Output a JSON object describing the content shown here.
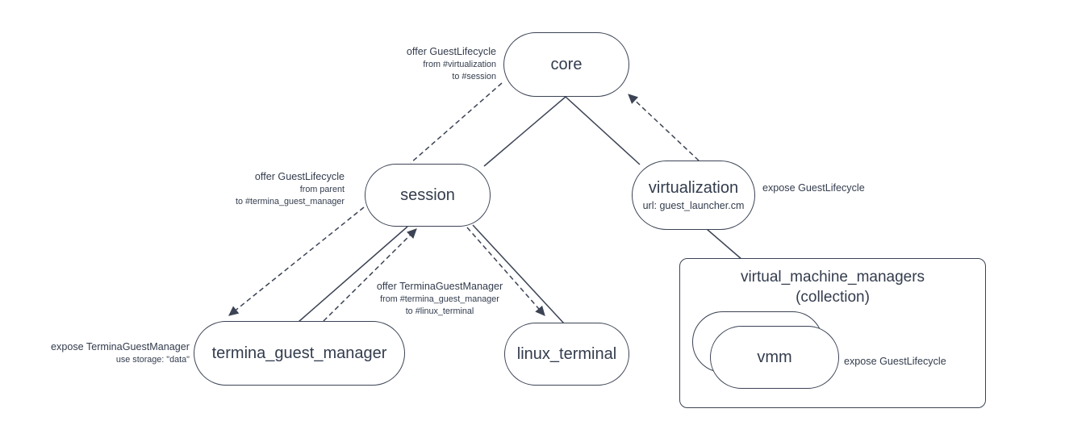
{
  "diagram": {
    "nodes": {
      "core": {
        "label": "core"
      },
      "session": {
        "label": "session"
      },
      "virtualization": {
        "label": "virtualization",
        "url": "url: guest_launcher.cm"
      },
      "termina_guest_manager": {
        "label": "termina_guest_manager"
      },
      "linux_terminal": {
        "label": "linux_terminal"
      },
      "vmm": {
        "label": "vmm"
      },
      "virtual_machine_managers": {
        "title": "virtual_machine_managers",
        "subtitle": "(collection)"
      }
    },
    "annotations": {
      "core_offer": {
        "line1": "offer GuestLifecycle",
        "line2": "from #virtualization",
        "line3": "to #session"
      },
      "session_offer": {
        "line1": "offer GuestLifecycle",
        "line2": "from parent",
        "line3": "to #termina_guest_manager"
      },
      "virtualization_expose": {
        "text": "expose GuestLifecycle"
      },
      "terminal_offer": {
        "line1": "offer TerminaGuestManager",
        "line2": "from #termina_guest_manager",
        "line3": "to #linux_terminal"
      },
      "termina_expose": {
        "line1": "expose TerminaGuestManager",
        "line2": "use storage: \"data\""
      },
      "vmm_expose": {
        "text": "expose GuestLifecycle"
      }
    },
    "edges": [
      {
        "from": "core",
        "to": "session",
        "style": "solid"
      },
      {
        "from": "core",
        "to": "virtualization",
        "style": "solid"
      },
      {
        "from": "termina_guest_manager",
        "to": "session",
        "style": "solid"
      },
      {
        "from": "session",
        "to": "linux_terminal",
        "style": "solid"
      },
      {
        "from": "virtualization",
        "to": "virtual_machine_managers",
        "style": "solid"
      },
      {
        "from": "core",
        "to": "session",
        "style": "dashed",
        "label": "offer GuestLifecycle from #virtualization to #session"
      },
      {
        "from": "virtualization",
        "to": "core",
        "style": "dashed-arrow",
        "label": "expose GuestLifecycle"
      },
      {
        "from": "session",
        "to": "termina_guest_manager",
        "style": "dashed-arrow",
        "label": "offer GuestLifecycle from parent to #termina_guest_manager"
      },
      {
        "from": "termina_guest_manager",
        "to": "session",
        "style": "dashed-arrow",
        "label": "expose TerminaGuestManager"
      },
      {
        "from": "session",
        "to": "linux_terminal",
        "style": "dashed-arrow",
        "label": "offer TerminaGuestManager from #termina_guest_manager to #linux_terminal"
      }
    ],
    "colors": {
      "stroke": "#3b4354",
      "text": "#333c4d",
      "background": "#ffffff"
    }
  }
}
